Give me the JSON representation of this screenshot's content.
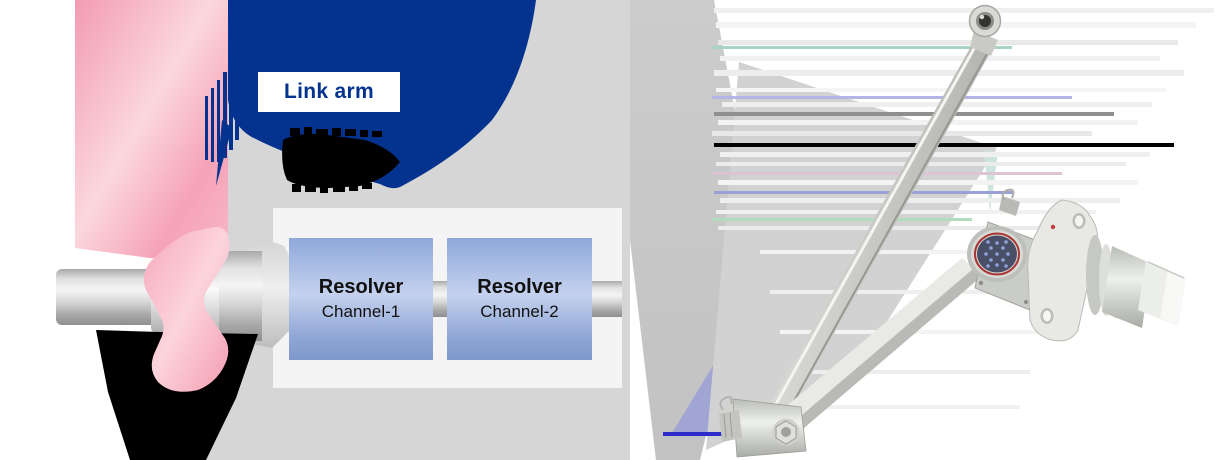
{
  "diagram": {
    "link_arm_label": "Link arm",
    "resolver_boxes": [
      {
        "title": "Resolver",
        "subtitle": "Channel-1"
      },
      {
        "title": "Resolver",
        "subtitle": "Channel-2"
      }
    ]
  },
  "colors": {
    "callout_blue": "#04338f",
    "label_text_blue": "#04338f",
    "highlight_pink": "#f6a9bb",
    "schematic_panel_gray": "#d6d6d6",
    "inner_panel_white": "#f4f4f5",
    "resolver_box_gradient_top": "#8ea8d8",
    "resolver_box_gradient_mid": "#c4d1ee",
    "resolver_box_gradient_bottom": "#7f98cb",
    "redaction_black": "#000000",
    "metal_gray": "#c9ccc7"
  }
}
